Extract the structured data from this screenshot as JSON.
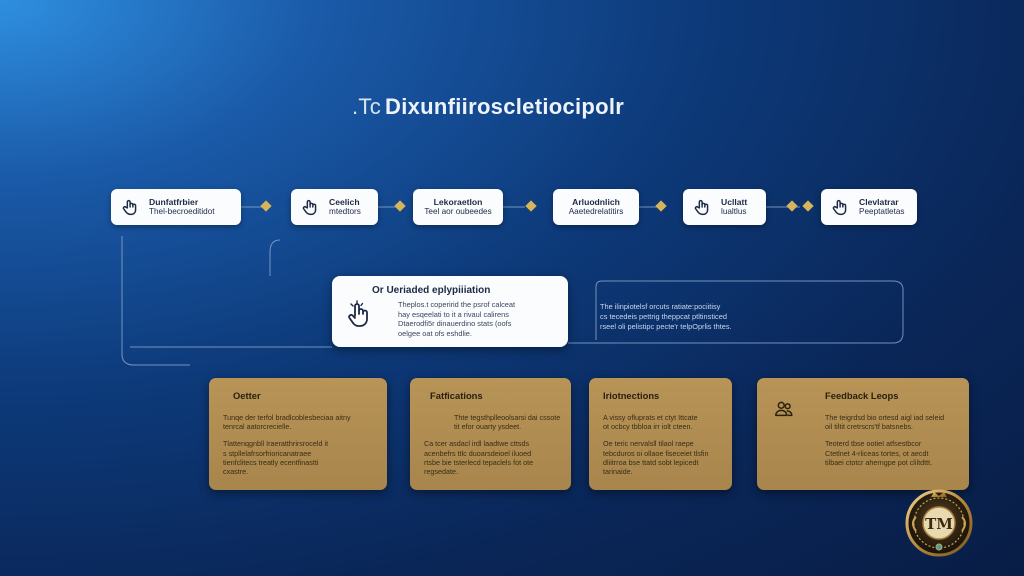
{
  "title": {
    "prefix": ".Tc",
    "main": "Dixunfiiroscletiocipolr"
  },
  "steps": [
    {
      "line1": "Dunfatfrbier",
      "line2": "Thel-becroeditidot",
      "icon": "tap-hand-icon"
    },
    {
      "line1": "Ceelich",
      "line2": "mtedtors",
      "icon": "tap-hand-icon"
    },
    {
      "line1": "Lekoraetlon",
      "line2": "Teel aor oubeedes",
      "icon": "none"
    },
    {
      "line1": "Arluodnlich",
      "line2": "Aaetedrelatitirs",
      "icon": "none"
    },
    {
      "line1": "Ucllatt",
      "line2": "lualtlus",
      "icon": "tap-hand-icon"
    },
    {
      "line1": "Clevlatrar",
      "line2": "Peeptatletas",
      "icon": "tap-hand-icon"
    }
  ],
  "hub": {
    "heading": "Or Ueriaded eplypiiiation",
    "icon": "pointer-hand-icon",
    "body": [
      "Theplos.t coperirid the psrof calceat",
      "hay esqeelati to it a rivaul calirens",
      "Dtaerodfi5r dinauerdino stats (oofs",
      "oelgee oat ofs eshdlie."
    ]
  },
  "side_note": [
    "The ilinpiotelsf orcuts ratiate:pociitisy",
    "cs tecedeis pettrig theppcat ptltinsticed",
    "rseel oli pelistipc pecte'r telpOprlis thtes."
  ],
  "cards": [
    {
      "title": "Oetter",
      "icon": "none",
      "p1": [
        "Tunqe der terfol bradlcoblesbeciaa aitny",
        "tenrcal aatorcrecielle."
      ],
      "p2": [
        "Tlattenqgnbll Iraeratthrirsroceld it",
        "s stpllelafrsorfrioricanatraee",
        "tienfclitecs treatly ecentfinastti",
        "cxastre."
      ]
    },
    {
      "title": "Fatfications",
      "icon": "none",
      "p1": [
        "Thte tegsthplleoolsarsi dai cssote",
        "tit efor ouarty ysdeet."
      ],
      "p2": [
        "Ca tcer asdacl irdl laadtwe cttsds",
        "acenbefrs ttlc duoarsdeioel iluoed",
        "rtsbe bie tsterlecd tepaclels fot ote",
        "regsedate."
      ]
    },
    {
      "title": "Iriotnections",
      "icon": "none",
      "p1": [
        "A vissy ofluprats et ctyt Ittcate",
        "ot ocbcy tbbloa irr iolt cteen."
      ],
      "p2": [
        "Oe teric nervalsll tilaol raepe",
        "tebcduros oi ollaoe fiseceiet tlsfin",
        "dliitrroa bse ttatd sobt lepicedt",
        "tarinaide."
      ]
    },
    {
      "title": "Feedback Leops",
      "icon": "people-chat-icon",
      "p1": [
        "The teigrdsd bio ortesd aigl iad seleid",
        "oil tiltit cretrscrs'tf batsnebs."
      ],
      "p2": [
        "Teoterd tbse ootieI atfsestbcor",
        "Ctetlnet 4-rliceas tortes, ot aecdt",
        "tilbaei ctotcr aherngpe pot cliltdttt."
      ]
    }
  ],
  "colors": {
    "accent": "#d7b45a",
    "card": "#b08d52",
    "panel": "#fbfcfe",
    "bg_dark": "#0a2658"
  },
  "badge": {
    "text": "TM",
    "icon": "tm-seal-logo"
  }
}
